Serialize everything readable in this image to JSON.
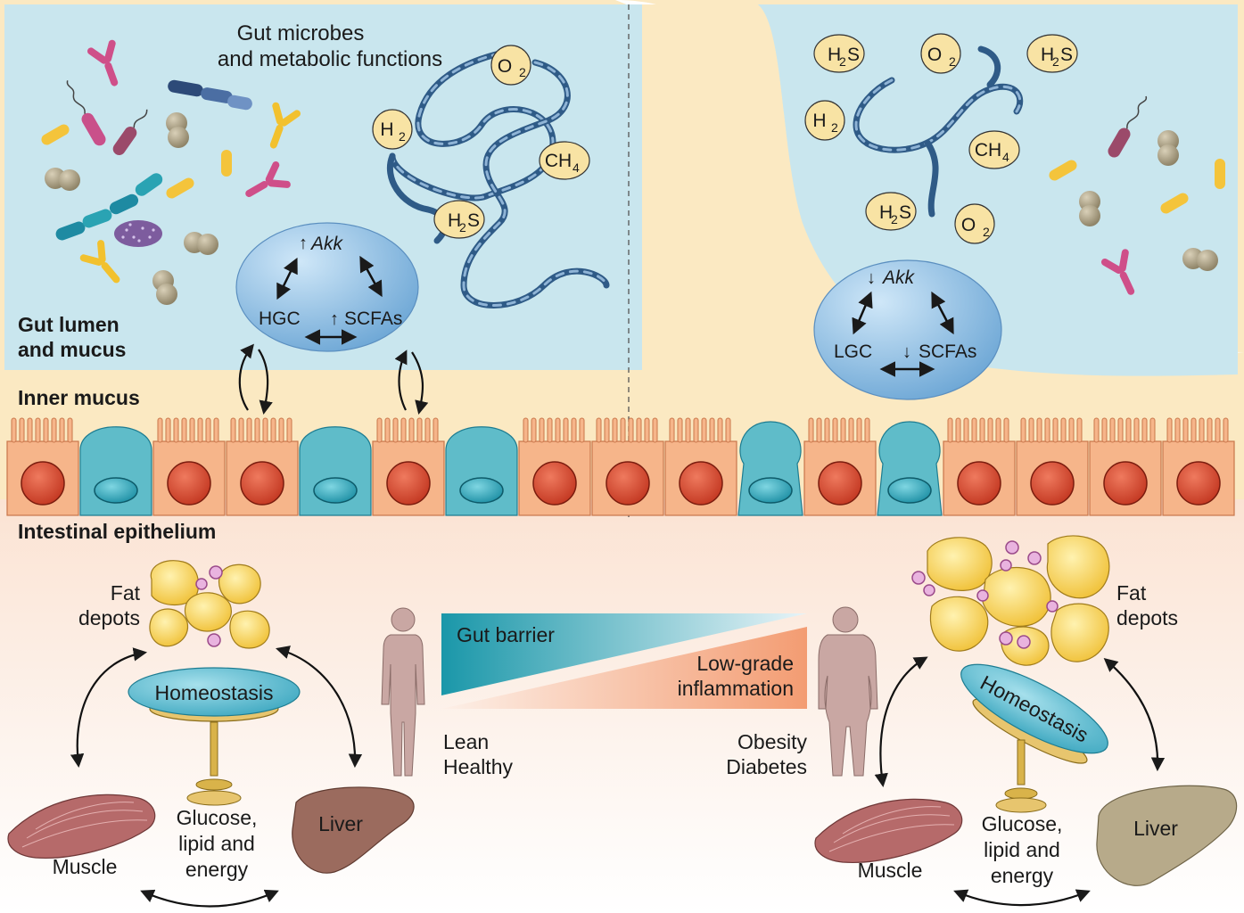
{
  "lumen": {
    "title_line1": "Gut microbes",
    "title_line2": "and metabolic functions",
    "label_line1": "Gut lumen",
    "label_line2": "and mucus"
  },
  "layers": {
    "inner_mucus": "Inner mucus",
    "epithelium": "Intestinal epithelium"
  },
  "molecules": {
    "h2_base": "H",
    "h2_sub": "2",
    "o2_base": "O",
    "o2_sub": "2",
    "ch4_base": "CH",
    "ch4_sub": "4",
    "h2s_base": "H",
    "h2s_sub": "2",
    "h2s_tail": "S"
  },
  "left_circle": {
    "arrow_up": "↑",
    "akk": "Akk",
    "gc": "HGC",
    "scfa_arrow": "↑",
    "scfas": "SCFAs"
  },
  "right_circle": {
    "arrow_down": "↓",
    "akk": "Akk",
    "gc": "LGC",
    "scfa_arrow": "↓",
    "scfas": "SCFAs"
  },
  "left_body": {
    "fat_line1": "Fat",
    "fat_line2": "depots",
    "homeostasis": "Homeostasis",
    "muscle": "Muscle",
    "liver": "Liver",
    "glucose_line1": "Glucose,",
    "glucose_line2": "lipid and",
    "glucose_line3": "energy"
  },
  "right_body": {
    "fat_line1": "Fat",
    "fat_line2": "depots",
    "homeostasis": "Homeostasis",
    "muscle": "Muscle",
    "liver": "Liver",
    "glucose_line1": "Glucose,",
    "glucose_line2": "lipid and",
    "glucose_line3": "energy"
  },
  "center": {
    "gut_barrier": "Gut barrier",
    "inflam_line1": "Low-grade",
    "inflam_line2": "inflammation",
    "lean_line1": "Lean",
    "lean_line2": "Healthy",
    "obese_line1": "Obesity",
    "obese_line2": "Diabetes"
  },
  "colors": {
    "lumen": "#c9e6ee",
    "inner_mucus": "#fbe9c2",
    "enterocyte": "#f6b58a",
    "nucleus_red": "#d9452e",
    "goblet": "#5fbcc9",
    "molecule_fill": "#f8e3a4",
    "akk_circle": "#8fc4e6",
    "homeostasis": "#6fc3d6",
    "gut_barrier": "#2aa3b3",
    "inflammation": "#f4a07a",
    "fat": "#f6cf50",
    "muscle": "#b66a6a",
    "liver_left": "#9b6b5e",
    "liver_right": "#b7aa8a"
  }
}
